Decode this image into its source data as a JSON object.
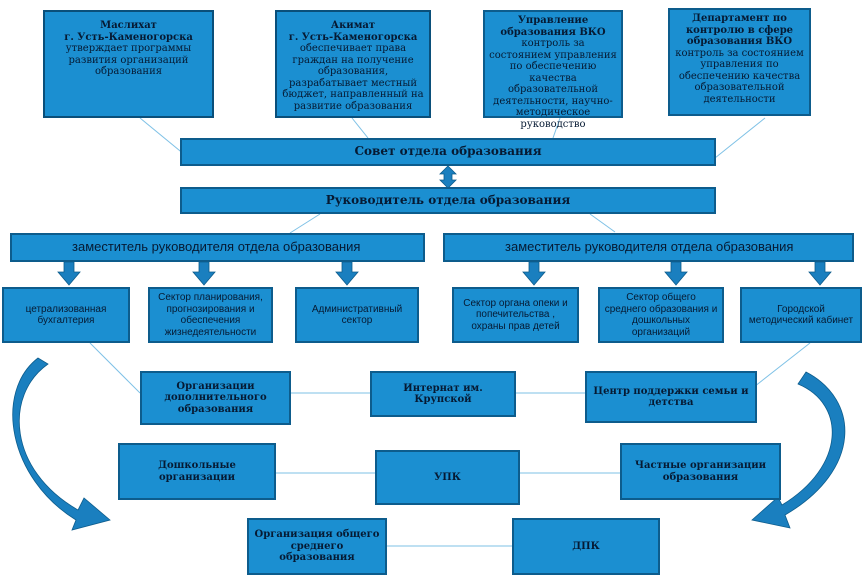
{
  "top": {
    "maslikhat": {
      "title": "Маслихат\nг. Усть-Каменогорска",
      "text": "утверждает программы развития организаций образования"
    },
    "akimat": {
      "title": "Акимат\nг. Усть-Каменогорска",
      "text": "обеспечивает права граждан на получение образования, разрабатывает местный бюджет, направленный на развитие образования"
    },
    "upravlenie": {
      "title": "Управление образования ВКО",
      "text": "контроль за состоянием управления по обеспечению качества образовательной деятельности, научно-методическое руководство"
    },
    "departament": {
      "title": "Департамент по контролю в сфере образования ВКО",
      "text": "контроль за состоянием управления по обеспечению качества образовательной деятельности"
    }
  },
  "council": "Совет отдела образования",
  "head": "Руководитель отдела образования",
  "deputies": [
    "заместитель  руководителя  отдела образования",
    "заместитель  руководителя  отдела образования"
  ],
  "sectors": [
    "цетрализованная бухгалтерия",
    "Сектор  планирования, прогнозирования  и обеспечения жизнедеятельности",
    "Административный сектор",
    "Сектор органа опеки и попечительства , охраны прав детей",
    "Сектор общего среднего образования и дошкольных организаций",
    "Городской методический кабинет"
  ],
  "orgs": {
    "dop": "Организации дополнительного образования",
    "internat": "Интернат им. Крупской",
    "center": "Центр поддержки семьи и детства",
    "doshkol": "Дошкольные организации",
    "upk": "УПК",
    "chastnye": "Частные организации образования",
    "oso": "Организация общего среднего образования",
    "dpk": "ДПК"
  },
  "colors": {
    "box": "#1b8fd1",
    "border": "#0d5c8c",
    "arrow": "#1a7fbf",
    "line": "#7ec1e6",
    "text": "#061a33"
  }
}
